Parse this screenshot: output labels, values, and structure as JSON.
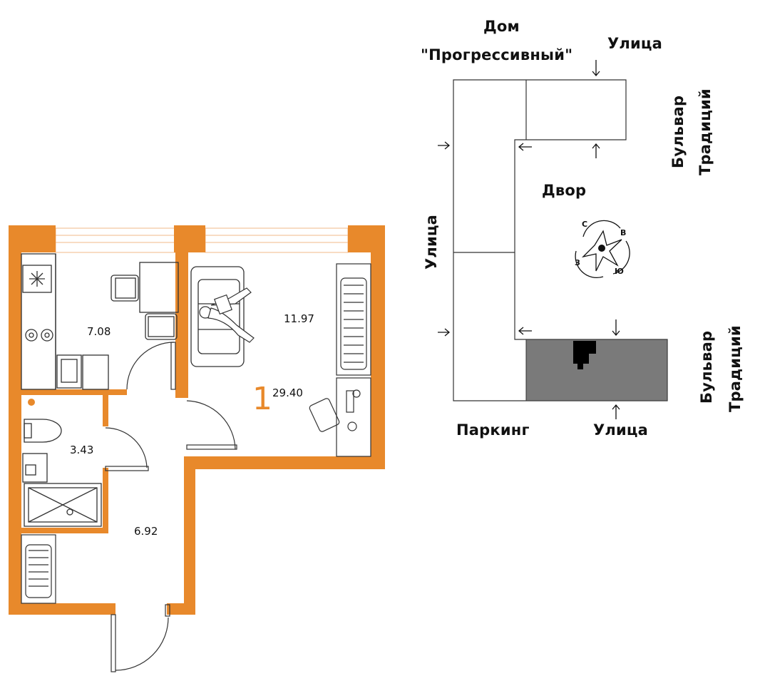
{
  "apartment": {
    "rooms_count": "1",
    "total_area": "29.40",
    "room_areas": {
      "kitchen": "7.08",
      "living_room": "11.97",
      "bathroom": "3.43",
      "hallway": "6.92"
    }
  },
  "site_plan": {
    "building_name_line1": "Дом",
    "building_name_line2": "\"Прогрессивный\"",
    "street_top": "Улица",
    "street_left": "Улица",
    "street_bottom": "Улица",
    "boulevard_top_line1": "Бульвар",
    "boulevard_top_line2": "Традиций",
    "boulevard_bottom_line1": "Бульвар",
    "boulevard_bottom_line2": "Традиций",
    "courtyard": "Двор",
    "parking": "Паркинг",
    "compass": {
      "north": "С",
      "east": "В",
      "south": "Ю",
      "west": "З"
    }
  },
  "colors": {
    "wall": "#e8892b",
    "highlight_section": "#7a7a7a",
    "line": "#333333"
  }
}
